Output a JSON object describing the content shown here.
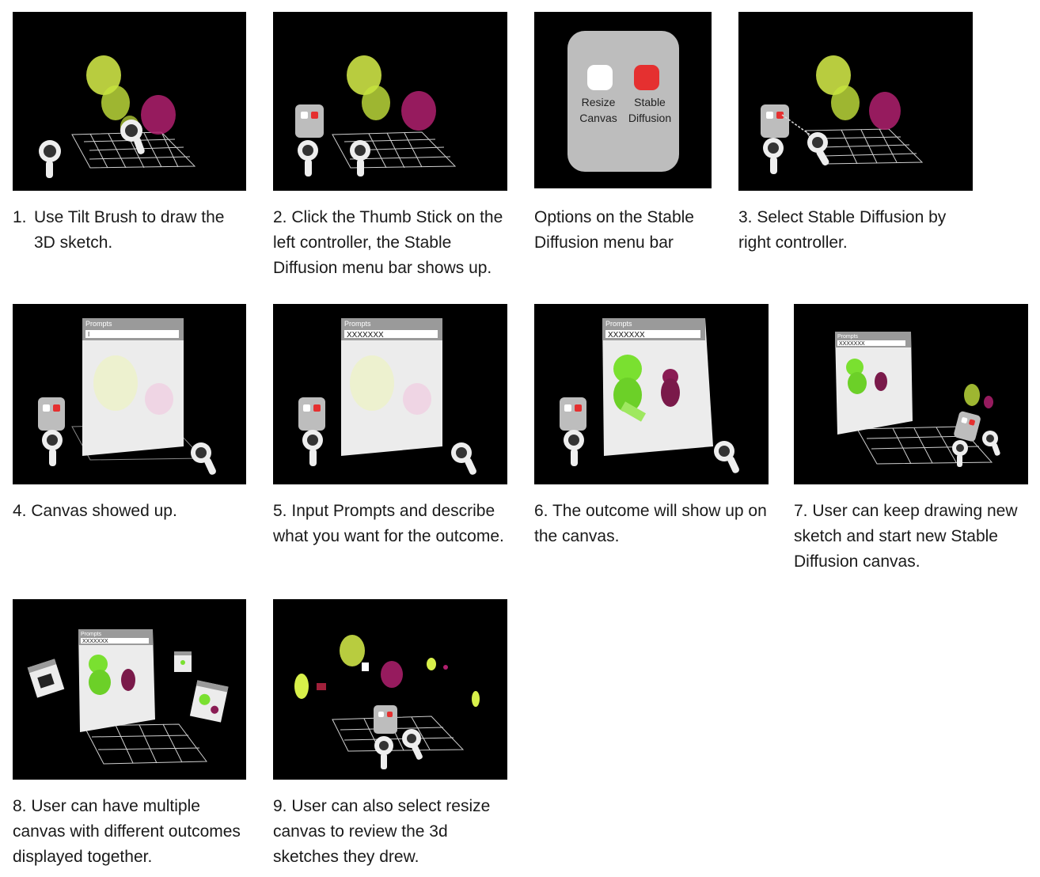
{
  "captions": [
    {
      "number": "1.",
      "text": "Use Tilt Brush to draw the 3D sketch."
    },
    {
      "number": "2.",
      "text": "Click the Thumb Stick on the left controller, the Stable Diffusion menu bar shows up."
    },
    {
      "number": "",
      "text": "Options on the Stable Diffusion menu bar"
    },
    {
      "number": "3.",
      "text": "Select Stable Diffusion by right controller."
    },
    {
      "number": "4.",
      "text": "Canvas showed up."
    },
    {
      "number": "5.",
      "text": "Input Prompts and describe what you want for the outcome."
    },
    {
      "number": "6.",
      "text": "The outcome will show up on the canvas."
    },
    {
      "number": "7.",
      "text": "User can keep drawing new sketch and start new Stable Diffusion canvas."
    },
    {
      "number": "8.",
      "text": "User can have multiple canvas with different outcomes displayed together."
    },
    {
      "number": "9.",
      "text": "User can also select resize canvas to review the 3d sketches they drew."
    }
  ],
  "menu": {
    "resize_label_1": "Resize",
    "resize_label_2": "Canvas",
    "stable_label_1": "Stable",
    "stable_label_2": "Diffusion",
    "resize_color": "#ffffff",
    "stable_color": "#e53030"
  },
  "canvas": {
    "prompts_title": "Prompts",
    "prompt_empty": "I",
    "prompt_filled": "XXXXXXX"
  },
  "colors": {
    "sketch_yellow": "#d8f04a",
    "sketch_magenta": "#b0206e",
    "figure_green": "#7ae030",
    "panel_bg": "#000000"
  }
}
